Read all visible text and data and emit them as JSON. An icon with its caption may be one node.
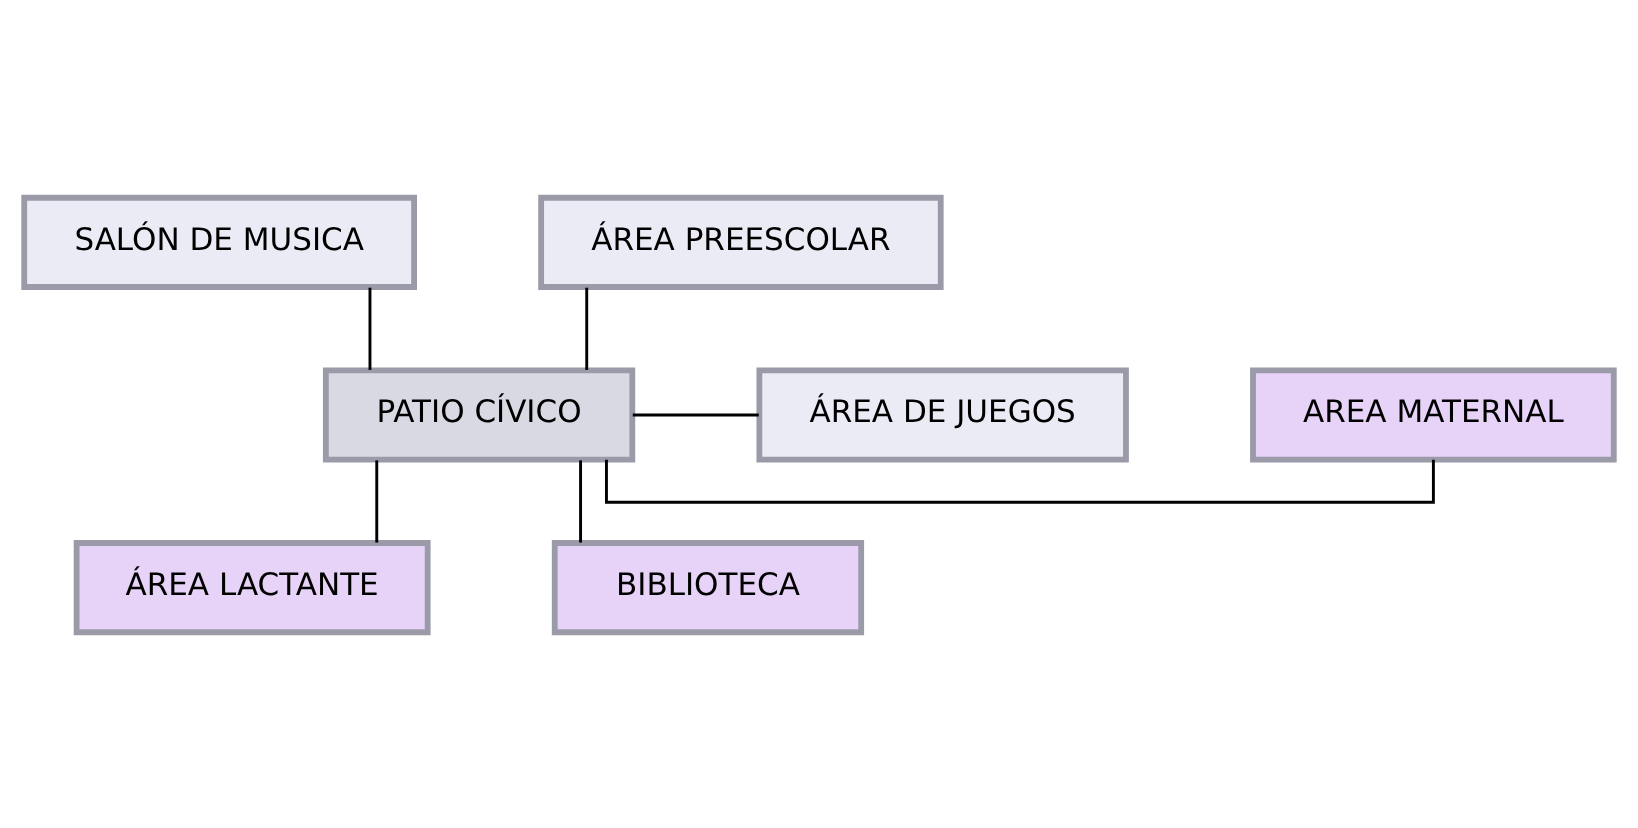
{
  "diagram": {
    "nodes": [
      {
        "text": [
          "SALÓN DE MUSICA"
        ]
      },
      {
        "text": [
          "ÁREA PREESCOLAR"
        ]
      },
      {
        "text": [
          "ÁREA DE JUEGOS"
        ]
      },
      {
        "text": [
          "PATIO CÍVICO"
        ]
      },
      {
        "text": [
          "AREA MATERNAL"
        ]
      },
      {
        "text": [
          "ÁREA LACTANTE"
        ]
      },
      {
        "text": [
          "BIBLIOTECA"
        ]
      }
    ],
    "edges": [
      {
        "from": 3,
        "to": 0,
        "arrow": "none"
      },
      {
        "from": 3,
        "to": 1,
        "arrow": "none"
      },
      {
        "from": 3,
        "to": 2,
        "arrow": "none"
      },
      {
        "from": 3,
        "to": 4,
        "arrow": "none"
      },
      {
        "from": 3,
        "to": 5,
        "arrow": "none"
      },
      {
        "from": 3,
        "to": 6,
        "arrow": "none"
      }
    ]
  }
}
